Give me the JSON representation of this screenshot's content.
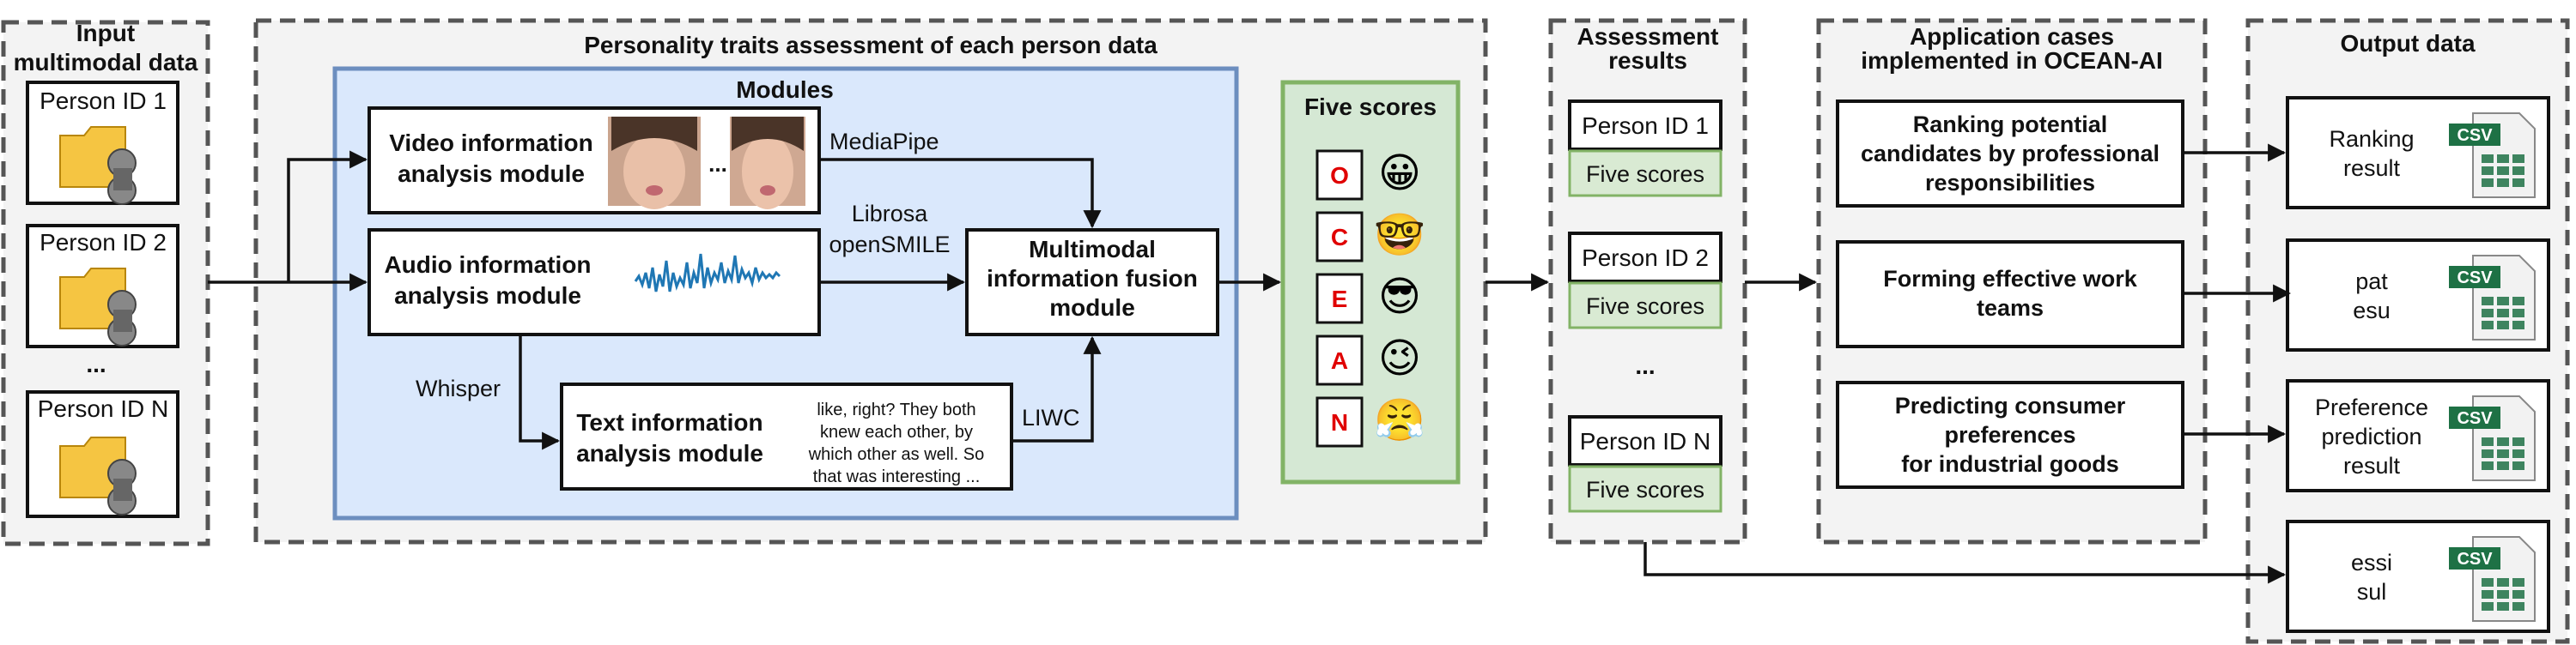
{
  "sections": {
    "input": "Input multimodal data",
    "assessment": "Personality traits assessment of each person data",
    "modules": "Modules",
    "five_scores": "Five scores",
    "results": "Assessment results",
    "cases": "Application cases implemented in OCEAN-AI",
    "output": "Output data"
  },
  "input_items": [
    "Person ID 1",
    "Person ID 2",
    "...",
    "Person ID N"
  ],
  "modules": {
    "video": "Video information analysis module",
    "audio": "Audio information analysis module",
    "text": "Text information analysis module",
    "fusion": "Multimodal information fusion module",
    "text_sample": "like, right? They both knew each other, by which other as well. So that was interesting ...",
    "video_dots": "..."
  },
  "tools": {
    "mediapipe": "MediaPipe",
    "librosa": "Librosa",
    "opensmile": "openSMILE",
    "whisper": "Whisper",
    "liwc": "LIWC"
  },
  "traits": [
    {
      "letter": "O",
      "emoji": "😀"
    },
    {
      "letter": "C",
      "emoji": "🤓"
    },
    {
      "letter": "E",
      "emoji": "😎"
    },
    {
      "letter": "A",
      "emoji": "😉"
    },
    {
      "letter": "N",
      "emoji": "😤"
    }
  ],
  "results": [
    {
      "id": "Person ID 1",
      "scores": "Five scores"
    },
    {
      "id": "Person ID 2",
      "scores": "Five scores"
    },
    {
      "id": "...",
      "scores": ""
    },
    {
      "id": "Person ID N",
      "scores": "Five scores"
    }
  ],
  "cases": [
    "Ranking potential candidates by professional responsibilities",
    "Forming effective work teams",
    "Predicting consumer preferences for industrial goods"
  ],
  "outputs": [
    {
      "label": "Ranking result",
      "badge": "CSV"
    },
    {
      "label": "pat esu",
      "badge": "CSV"
    },
    {
      "label": "Preference prediction result",
      "badge": "CSV"
    },
    {
      "label": "essi sul",
      "badge": "CSV"
    }
  ],
  "colors": {
    "trait_letter": "#e00000",
    "modules_bg": "#dae8fc",
    "modules_border": "#6c8ebf",
    "scores_bg": "#d5e8d4",
    "scores_border": "#82b366",
    "csv_green": "#1e7145"
  }
}
